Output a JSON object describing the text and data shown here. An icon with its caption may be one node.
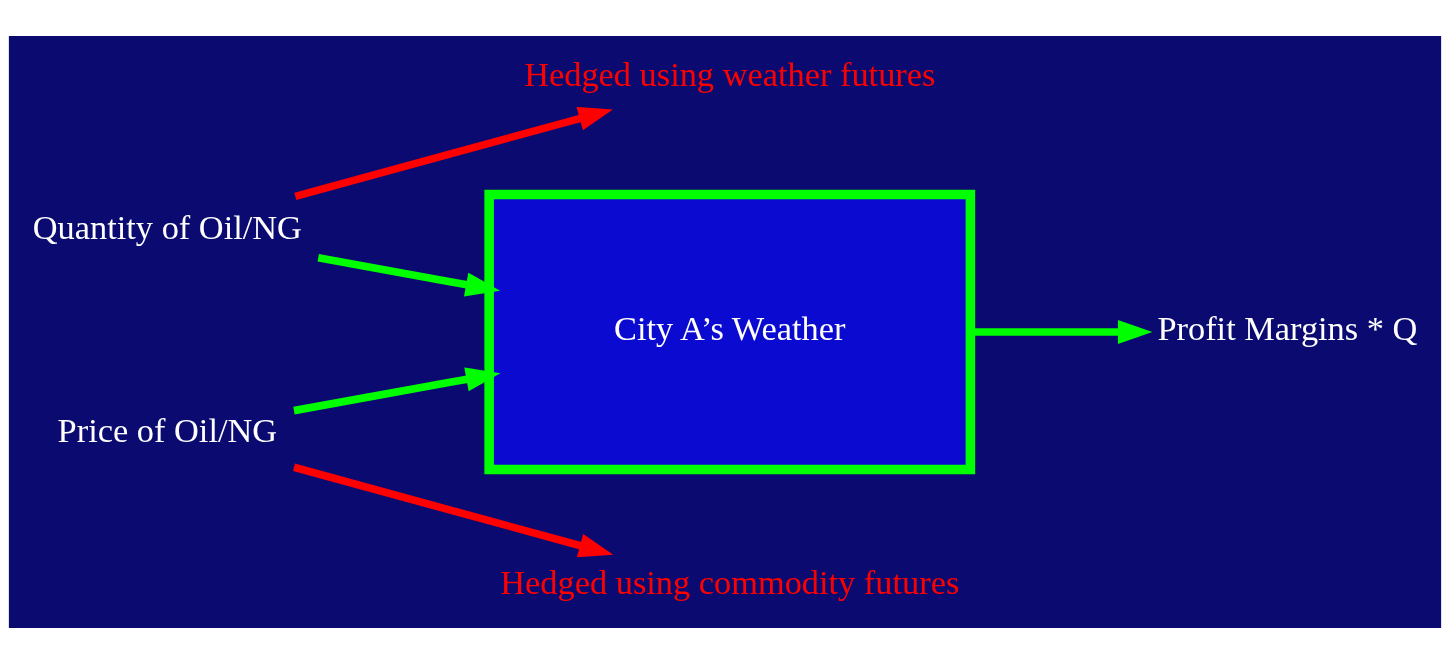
{
  "diagram": {
    "nodes": [
      {
        "text": [
          "Quantity of Oil/NG"
        ]
      },
      {
        "text": [
          "Price of Oil/NG"
        ]
      },
      {
        "text": [
          "City A’s Weather"
        ]
      },
      {
        "text": [
          "Profit Margins * Q"
        ]
      },
      {
        "text": [
          "Hedged using commodity futures"
        ]
      },
      {
        "text": [
          "Hedged using weather futures"
        ]
      }
    ],
    "edges": [
      {
        "from": 0,
        "to": 2,
        "arrow": "to"
      },
      {
        "from": 1,
        "to": 2,
        "arrow": "to"
      },
      {
        "from": 2,
        "to": 3,
        "arrow": "to"
      },
      {
        "from": 1,
        "to": 4,
        "arrow": "to",
        "color": "#ff0000"
      },
      {
        "from": 0,
        "to": 5,
        "arrow": "to",
        "color": "#ff0000"
      }
    ]
  }
}
